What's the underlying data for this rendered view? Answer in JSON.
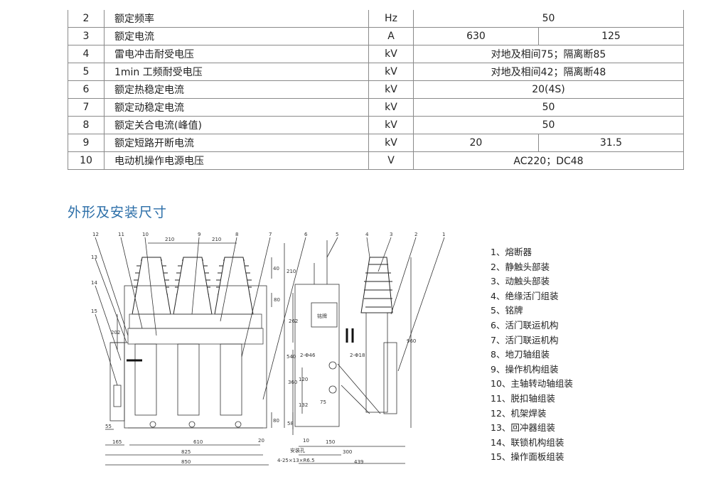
{
  "spec_table": {
    "rows": [
      {
        "no": "2",
        "name": "额定频率",
        "unit": "Hz",
        "values": [
          "50"
        ]
      },
      {
        "no": "3",
        "name": "额定电流",
        "unit": "A",
        "values": [
          "630",
          "125"
        ]
      },
      {
        "no": "4",
        "name": "雷电冲击耐受电压",
        "unit": "kV",
        "values": [
          "对地及相间75；隔离断85"
        ]
      },
      {
        "no": "5",
        "name": "1min 工频耐受电压",
        "unit": "kV",
        "values": [
          "对地及相间42；隔离断48"
        ]
      },
      {
        "no": "6",
        "name": "额定热稳定电流",
        "unit": "kV",
        "values": [
          "20(4S)"
        ]
      },
      {
        "no": "7",
        "name": "额定动稳定电流",
        "unit": "kV",
        "values": [
          "50"
        ]
      },
      {
        "no": "8",
        "name": "额定关合电流(峰值)",
        "unit": "kV",
        "values": [
          "50"
        ]
      },
      {
        "no": "9",
        "name": "额定短路开断电流",
        "unit": "kV",
        "values": [
          "20",
          "31.5"
        ]
      },
      {
        "no": "10",
        "name": "电动机操作电源电压",
        "unit": "V",
        "values": [
          "AC220；DC48"
        ]
      }
    ]
  },
  "section_title": "外形及安装尺寸",
  "drawing": {
    "front_callouts": [
      "12",
      "11",
      "10",
      "9",
      "8",
      "7",
      "6",
      "13",
      "14",
      "15"
    ],
    "side_callouts": [
      "5",
      "4",
      "3",
      "2",
      "1"
    ],
    "nameplate": "铭牌",
    "dims": {
      "d210a": "210",
      "d210b": "210",
      "d40": "40",
      "d210v": "210",
      "d80": "80",
      "d262": "262",
      "d202": "202",
      "d540": "540",
      "d360": "360",
      "d120": "120",
      "d132": "132",
      "d75": "75",
      "d58": "58",
      "d80b": "80",
      "d960": "960",
      "d55": "55",
      "d165": "165",
      "d610": "610",
      "d20": "20",
      "d825": "825",
      "d850": "850",
      "d10": "10",
      "d150": "150",
      "d300": "300",
      "d439": "439",
      "hole1": "2-Φ46",
      "hole2": "2-Φ18",
      "mount_hole": "安装孔",
      "mount_spec": "4-25×13×R6.5"
    }
  },
  "parts_list": [
    "1、熔断器",
    "2、静触头部装",
    "3、动触头部装",
    "4、绝缘活门组装",
    "5、铭牌",
    "6、活门联运机构",
    "7、活门联运机构",
    "8、地刀轴组装",
    "9、操作机构组装",
    "10、主轴转动轴组装",
    "11、脱扣轴组装",
    "12、机架焊装",
    "13、回冲器组装",
    "14、联锁机构组装",
    "15、操作面板组装"
  ]
}
